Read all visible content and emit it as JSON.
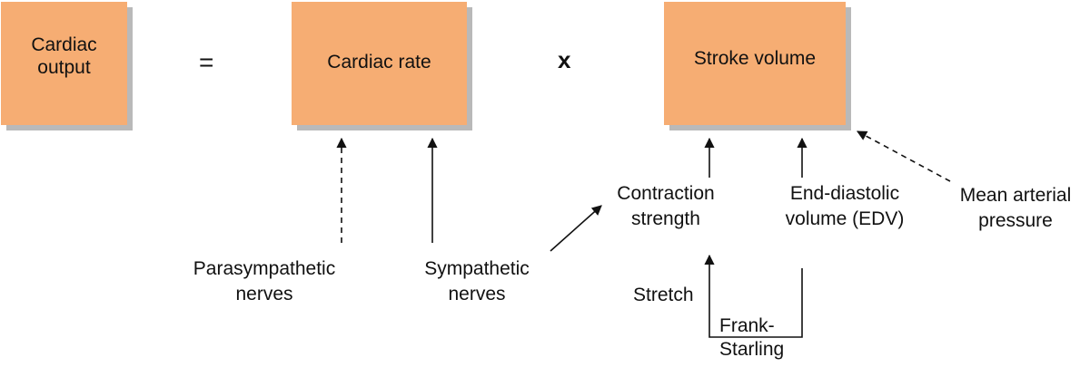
{
  "boxes": {
    "cardiac_output": "Cardiac\noutput",
    "cardiac_rate": "Cardiac rate",
    "stroke_volume": "Stroke volume"
  },
  "operators": {
    "equals": "=",
    "times": "x"
  },
  "labels": {
    "parasympathetic": "Parasympathetic\nnerves",
    "sympathetic": "Sympathetic\nnerves",
    "contraction": "Contraction\nstrength",
    "edv": "End-diastolic\nvolume (EDV)",
    "map": "Mean arterial\npressure",
    "stretch": "Stretch",
    "frank": "Frank-\nStarling"
  },
  "colors": {
    "box_fill": "#f6ad73",
    "box_shadow": "#b9b9b9"
  }
}
